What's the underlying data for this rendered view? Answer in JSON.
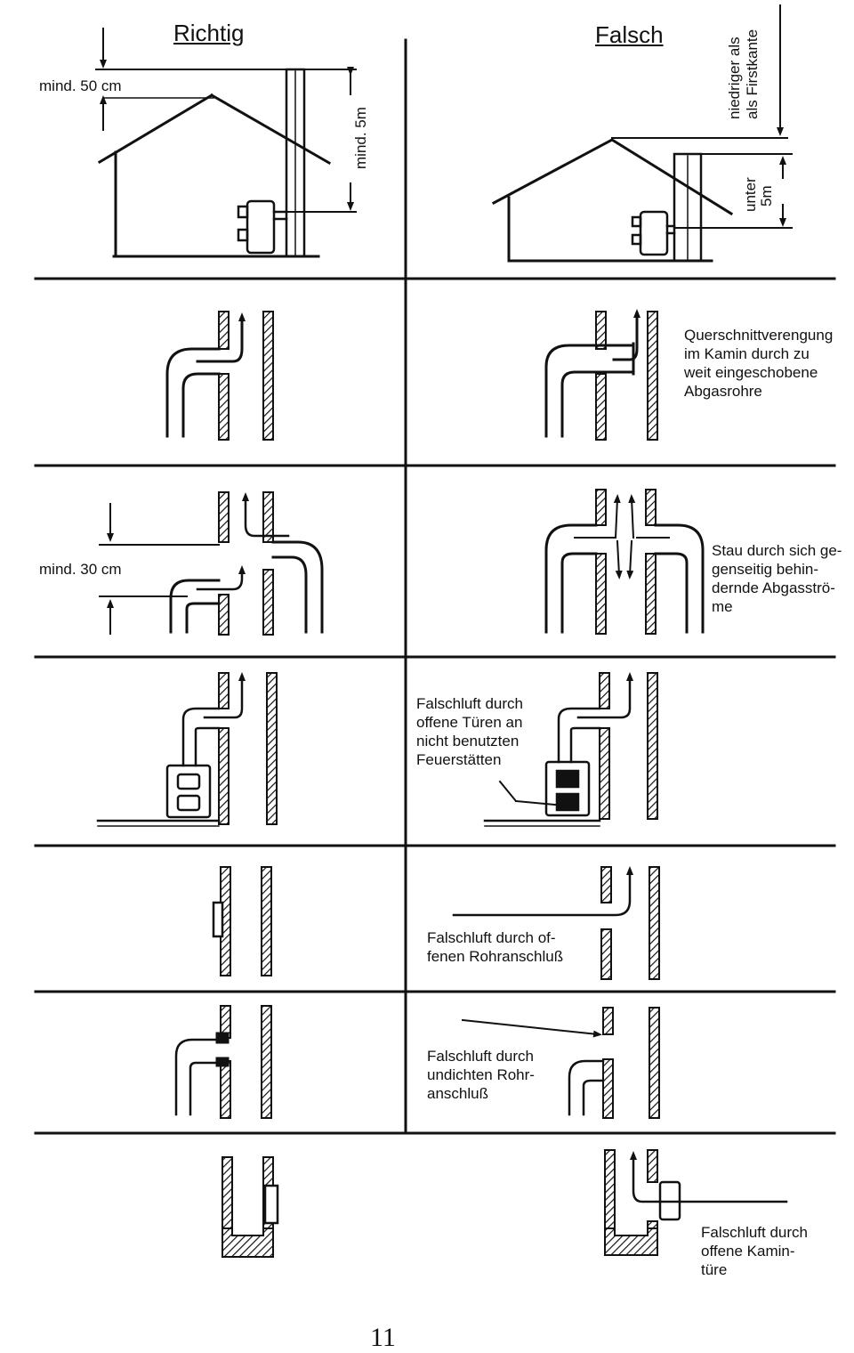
{
  "headings": {
    "correct": "Richtig",
    "wrong": "Falsch"
  },
  "labels": {
    "min_50cm": "mind. 50 cm",
    "min_5m": "mind. 5m",
    "lower_than_ridge": [
      "niedriger als",
      "als Firstkante"
    ],
    "under_5m": [
      "unter",
      "5m"
    ],
    "min_30cm": "mind. 30 cm"
  },
  "captions": {
    "cross_section": [
      "Querschnittverengung",
      "im Kamin durch zu",
      "weit eingeschobene",
      "Abgasrohre"
    ],
    "blockage": [
      "Stau durch sich ge-",
      "genseitig behin-",
      "dernde Abgasströ-",
      "me"
    ],
    "doors": [
      "Falschluft durch",
      "offene Türen an",
      "nicht benutzten",
      "Feuerstätten"
    ],
    "open_connection": [
      "Falschluft durch of-",
      "fenen Rohranschluß"
    ],
    "leaky_connection": [
      "Falschluft durch",
      "undichten Rohr-",
      "anschluß"
    ],
    "open_door": [
      "Falschluft durch",
      "offene Kamin-",
      "türe"
    ]
  },
  "page_number": "11"
}
